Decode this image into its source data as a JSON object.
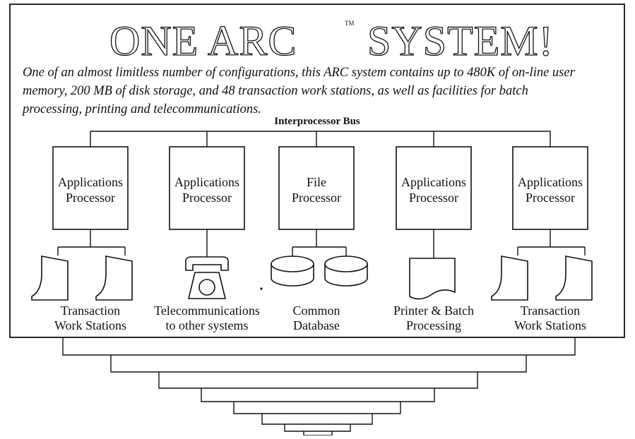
{
  "title": "ONE ARC",
  "title_tm": "TM",
  "title_rest": "SYSTEM!",
  "description": [
    "One of an almost limitless number of configurations, this ARC system contains up to 480K of on-line user",
    "memory, 200 MB of disk storage, and 48 transaction work stations, as well as facilities for batch",
    "processing, printing and telecommunications."
  ],
  "bus_label": "Interprocessor Bus",
  "processors": [
    {
      "line1": "Applications",
      "line2": "Processor",
      "device": "workstations",
      "caption1": "Transaction",
      "caption2": "Work Stations"
    },
    {
      "line1": "Applications",
      "line2": "Processor",
      "device": "telephone",
      "caption1": "Telecommunications",
      "caption2": "to other systems"
    },
    {
      "line1": "File",
      "line2": "Processor",
      "device": "disks",
      "caption1": "Common",
      "caption2": "Database"
    },
    {
      "line1": "Applications",
      "line2": "Processor",
      "device": "printer",
      "caption1": "Printer & Batch",
      "caption2": "Processing"
    },
    {
      "line1": "Applications",
      "line2": "Processor",
      "device": "workstations",
      "caption1": "Transaction",
      "caption2": "Work Stations"
    }
  ]
}
